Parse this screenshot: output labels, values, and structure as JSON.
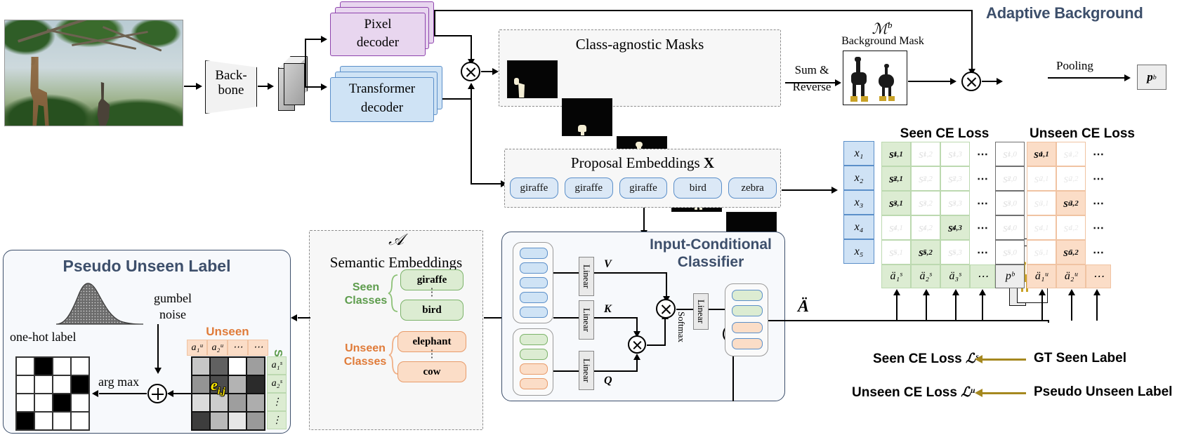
{
  "figure": {
    "title_adaptive_background": "Adaptive Background",
    "title_pseudo_unseen_label": "Pseudo Unseen Label",
    "title_input_conditional_1": "Input-Conditional",
    "title_input_conditional_2": "Classifier"
  },
  "colors": {
    "heading_blue": "#3d4f6b",
    "seen_green": "#5d9c4c",
    "unseen_orange": "#e07b39",
    "pixel_decoder_fill": "#e8d6ef",
    "pixel_decoder_stroke": "#8e44ad",
    "transformer_fill": "#cfe3f5",
    "transformer_stroke": "#5b8fc9",
    "gold_arrow": "#a5881f",
    "eij_yellow": "#ffe800"
  },
  "backbone": {
    "line1": "Back-",
    "line2": "bone"
  },
  "decoders": {
    "pixel": {
      "line1": "Pixel",
      "line2": "decoder"
    },
    "transformer": {
      "line1": "Transformer",
      "line2": "decoder"
    }
  },
  "masks_panel": {
    "title": "Class-agnostic Masks",
    "count": 5,
    "thumbnails": [
      "mask-giraffe-partial",
      "mask-small-blob",
      "mask-giraffe-full",
      "mask-ostrich",
      "mask-tiny-blob"
    ]
  },
  "background_branch": {
    "sum_reverse_line1": "Sum &",
    "sum_reverse_line2": "Reverse",
    "mask_symbol": "ℳ",
    "mask_symbol_sup": "b",
    "mask_caption": "Background Mask",
    "pooling_label": "Pooling",
    "pooled_output": "p",
    "pooled_output_sup": "b"
  },
  "proposal_panel": {
    "title_prefix": "Proposal Embeddings ",
    "title_symbol": "X",
    "pills": [
      "giraffe",
      "giraffe",
      "giraffe",
      "bird",
      "zebra"
    ]
  },
  "semantic_panel": {
    "symbol": "𝒜",
    "title": "Semantic Embeddings",
    "seen_label_line1": "Seen",
    "seen_label_line2": "Classes",
    "seen_classes": [
      "giraffe",
      "bird"
    ],
    "unseen_label_line1": "Unseen",
    "unseen_label_line2": "Classes",
    "unseen_classes": [
      "elephant",
      "cow"
    ]
  },
  "classifier": {
    "linear_label": "Linear",
    "v_label": "V",
    "k_label": "K",
    "q_label": "Q",
    "softmax_label": "Softmax",
    "output_symbol": "Ä"
  },
  "pseudo_panel": {
    "gumbel_line1": "gumbel",
    "gumbel_line2": "noise",
    "onehot_caption": "one-hot label",
    "argmax_label": "arg max",
    "unseen_header": "Unseen",
    "seen_header": "Seen",
    "unseen_row": [
      "a₁ᵘ",
      "a₂ᵘ",
      "⋯",
      "⋯"
    ],
    "seen_col": [
      "a₁ˢ",
      "a₂ˢ",
      "⋮",
      "⋮"
    ],
    "matrix_symbol": "e",
    "matrix_symbol_sub": "i,j",
    "onehot_grid": [
      [
        0,
        1,
        0,
        0
      ],
      [
        0,
        0,
        0,
        1
      ],
      [
        0,
        0,
        1,
        0
      ],
      [
        1,
        0,
        0,
        0
      ]
    ],
    "gray_grid": [
      [
        0.78,
        0.38,
        1.0,
        0.62
      ],
      [
        0.58,
        0.3,
        0.7,
        0.17
      ],
      [
        0.86,
        0.8,
        0.62,
        0.68
      ],
      [
        0.24,
        0.72,
        0.9,
        0.6
      ]
    ]
  },
  "seen_matrix": {
    "header": "Seen CE Loss",
    "row_labels": [
      "x₁",
      "x₂",
      "x₃",
      "x₄",
      "x₅"
    ],
    "rows": [
      [
        {
          "t": "s",
          "sub": "1,1",
          "hl": true
        },
        {
          "t": "s",
          "sub": "1,2",
          "hl": false
        },
        {
          "t": "s",
          "sub": "1,3",
          "hl": false
        },
        {
          "t": "dots"
        },
        {
          "t": "s",
          "sub": "1,0",
          "hl": false,
          "bg": true
        }
      ],
      [
        {
          "t": "s",
          "sub": "2,1",
          "hl": true
        },
        {
          "t": "s",
          "sub": "2,2",
          "hl": false
        },
        {
          "t": "s",
          "sub": "2,3",
          "hl": false
        },
        {
          "t": "dots"
        },
        {
          "t": "s",
          "sub": "2,0",
          "hl": false,
          "bg": true
        }
      ],
      [
        {
          "t": "s",
          "sub": "3,1",
          "hl": true
        },
        {
          "t": "s",
          "sub": "3,2",
          "hl": false
        },
        {
          "t": "s",
          "sub": "3,3",
          "hl": false
        },
        {
          "t": "dots"
        },
        {
          "t": "s",
          "sub": "3,0",
          "hl": false,
          "bg": true
        }
      ],
      [
        {
          "t": "s",
          "sub": "4,1",
          "hl": false
        },
        {
          "t": "s",
          "sub": "4,2",
          "hl": false
        },
        {
          "t": "s",
          "sub": "4,3",
          "hl": true
        },
        {
          "t": "dots"
        },
        {
          "t": "s",
          "sub": "4,0",
          "hl": false,
          "bg": true
        }
      ],
      [
        {
          "t": "s",
          "sub": "5,1",
          "hl": false
        },
        {
          "t": "s",
          "sub": "5,2",
          "hl": true
        },
        {
          "t": "s",
          "sub": "5,3",
          "hl": false
        },
        {
          "t": "dots"
        },
        {
          "t": "s",
          "sub": "5,0",
          "hl": false,
          "bg": true
        }
      ]
    ],
    "footer": [
      "ä₁ˢ",
      "ä₂ˢ",
      "ä₃ˢ",
      "⋯",
      "pᵇ"
    ]
  },
  "unseen_matrix": {
    "header": "Unseen CE Loss",
    "rows": [
      [
        {
          "t": "u",
          "sub": "1,1",
          "hl": true
        },
        {
          "t": "u",
          "sub": "1,2",
          "hl": false
        },
        {
          "t": "dots"
        }
      ],
      [
        {
          "t": "u",
          "sub": "2,1",
          "hl": false
        },
        {
          "t": "u",
          "sub": "2,2",
          "hl": false
        },
        {
          "t": "dots"
        }
      ],
      [
        {
          "t": "u",
          "sub": "3,1",
          "hl": false
        },
        {
          "t": "u",
          "sub": "3,2",
          "hl": true
        },
        {
          "t": "dots"
        }
      ],
      [
        {
          "t": "u",
          "sub": "4,1",
          "hl": false
        },
        {
          "t": "u",
          "sub": "4,2",
          "hl": false
        },
        {
          "t": "dots"
        }
      ],
      [
        {
          "t": "u",
          "sub": "5,1",
          "hl": false
        },
        {
          "t": "u",
          "sub": "5,2",
          "hl": true
        },
        {
          "t": "dots"
        }
      ]
    ],
    "footer": [
      "ä₁ᵘ",
      "ä₂ᵘ",
      "⋯"
    ]
  },
  "loss_legend": [
    {
      "loss_text": "Seen CE Loss",
      "loss_symbol": "ℒˢ",
      "source": "GT Seen Label"
    },
    {
      "loss_text": "Unseen CE Loss",
      "loss_symbol": "ℒᵘ",
      "source": "Pseudo Unseen Label"
    }
  ]
}
